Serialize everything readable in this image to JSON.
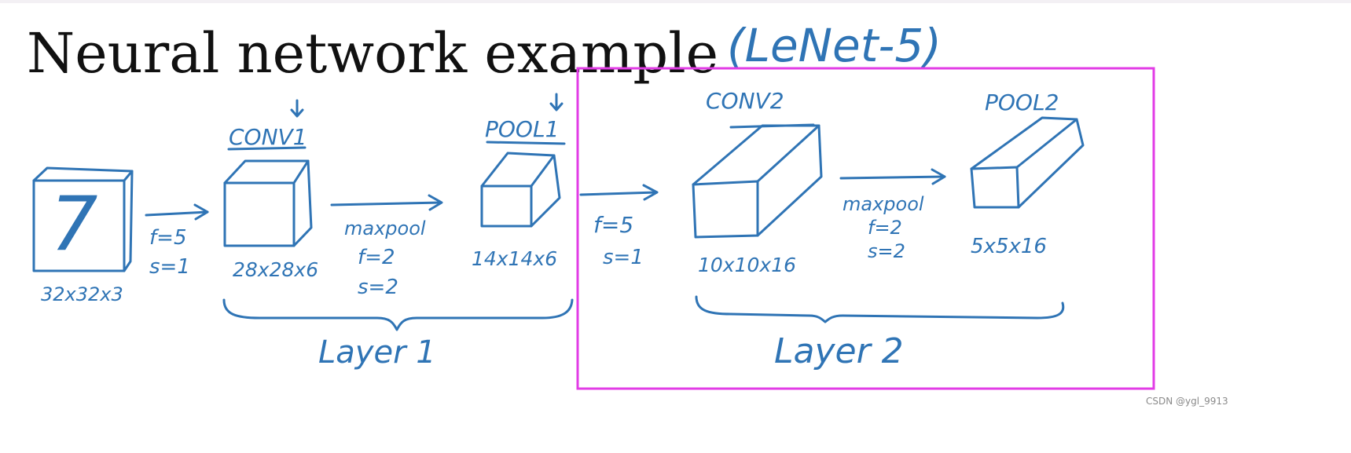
{
  "title": "Neural network example",
  "subtitle": "(LeNet-5)",
  "nodes": {
    "input": {
      "digit": "7",
      "dims": "32x32x3"
    },
    "conv1": {
      "label": "CONV1",
      "dims": "28x28x6"
    },
    "pool1": {
      "label": "POOL1",
      "dims": "14x14x6"
    },
    "conv2": {
      "label": "CONV2",
      "dims": "10x10x16"
    },
    "pool2": {
      "label": "POOL2",
      "dims": "5x5x16"
    }
  },
  "edges": {
    "e1": {
      "f": "f=5",
      "s": "s=1"
    },
    "e2": {
      "op": "maxpool",
      "f": "f=2",
      "s": "s=2"
    },
    "e3": {
      "f": "f=5",
      "s": "s=1"
    },
    "e4": {
      "op": "maxpool",
      "f": "f=2",
      "s": "s=2"
    }
  },
  "groups": {
    "layer1": "Layer 1",
    "layer2": "Layer 2"
  },
  "watermark": "CSDN @ygl_9913",
  "colors": {
    "ink": "#2f74b5",
    "highlight": "#e23ce6"
  }
}
